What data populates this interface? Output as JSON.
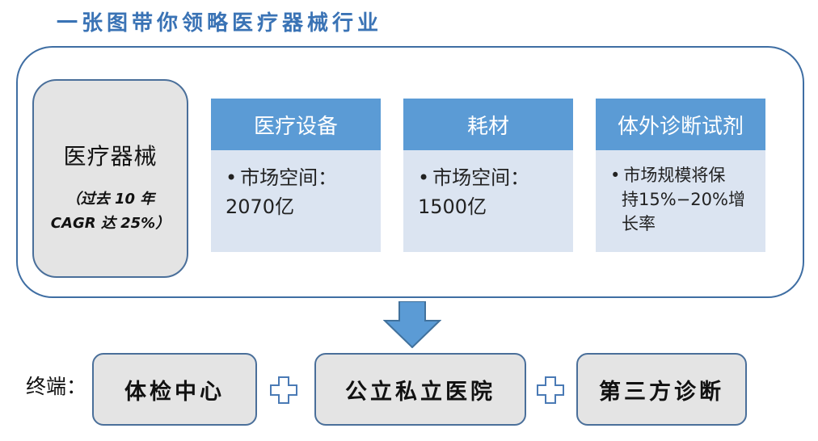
{
  "title": "一张图带你领略医疗器械行业",
  "industry": {
    "name": "医疗器械",
    "sub_line1": "（过去 10 年",
    "sub_line2": "CAGR 达 25%）"
  },
  "segments": [
    {
      "header": "医疗设备",
      "bullet": "•",
      "line1": "市场空间：",
      "line2": "2070亿"
    },
    {
      "header": "耗材",
      "bullet": "•",
      "line1": "市场空间：",
      "line2": "1500亿"
    },
    {
      "header": "体外诊断试剂",
      "bullet": "•",
      "line1": "市场规模将保",
      "line2": "持15%−20%增",
      "line3": "长率"
    }
  ],
  "terminals": {
    "label": "终端：",
    "items": [
      "体检中心",
      "公立私立医院",
      "第三方诊断"
    ]
  },
  "colors": {
    "title": "#3a73b5",
    "frame_border": "#3f6ea3",
    "segment_header": "#5b9bd5",
    "segment_body": "#dbe4f1",
    "box_fill": "#e4e4e4",
    "arrow": "#5b9bd5"
  },
  "icons": [
    "down-arrow-icon",
    "plus-icon"
  ]
}
